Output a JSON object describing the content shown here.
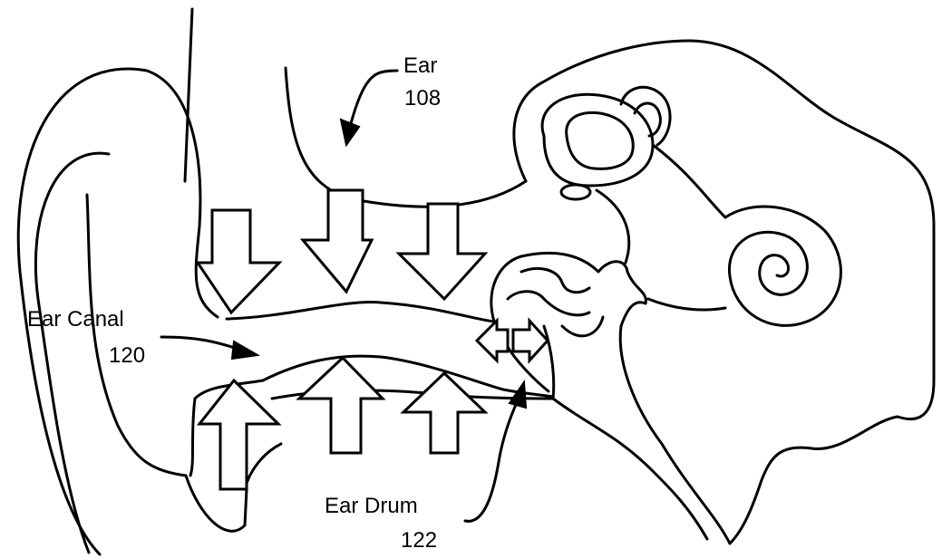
{
  "labels": {
    "ear_title": "Ear",
    "ear_number": "108",
    "canal_title": "Ear Canal",
    "canal_number": "120",
    "drum_title": "Ear Drum",
    "drum_number": "122"
  },
  "colors": {
    "line": "#000000",
    "background": "#ffffff"
  }
}
